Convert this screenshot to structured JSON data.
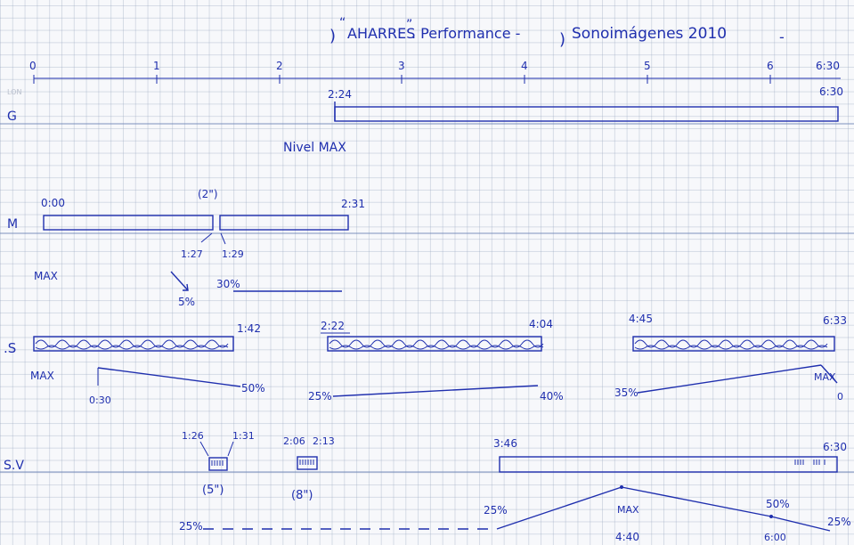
{
  "title": {
    "open_quote": "“",
    "name": "AHARRES",
    "close_quote": "”",
    "sep1": ". Performance -",
    "brace": ")",
    "subtitle": "Sonoimágenes 2010",
    "dash": "-"
  },
  "ruler": {
    "minutes": [
      "0",
      "1",
      "2",
      "3",
      "4",
      "5",
      "6"
    ],
    "end": "6:30"
  },
  "corner": "LON",
  "tracks": {
    "g": {
      "label": "G",
      "start": "2:24",
      "end": "6:30",
      "note": "Nivel MAX"
    },
    "m": {
      "label": "M",
      "start": "0:00",
      "gap": "(2\")",
      "end": "2:31",
      "cut_a": "1:27",
      "cut_b": "1:29",
      "level_label": "MAX",
      "level_a": "5%",
      "level_b": "30%"
    },
    "s": {
      "label": ".S",
      "seg1_end": "1:42",
      "seg2_start": "2:22",
      "seg2_end": "4:04",
      "seg3_start": "4:45",
      "seg3_end": "6:33",
      "level_label": "MAX",
      "fade1_start": "0:30",
      "fade1_level": "50%",
      "fade2_start": "25%",
      "fade2_end": "40%",
      "fade3_start": "35%",
      "fade3_end": "MAX",
      "fade3_tail": "0"
    },
    "sv": {
      "label": "S.V",
      "block1_start": "1:26",
      "block1_end": "1:31",
      "block1_dur": "(5\")",
      "block2_start": "2:06",
      "block2_end": "2:13",
      "block2_dur": "(8\")",
      "seg_start": "3:46",
      "seg_end": "6:30",
      "level_25a": "25%",
      "level_25b": "25%",
      "level_max": "MAX",
      "time_peak": "4:40",
      "level_50": "50%",
      "time_600": "6:00",
      "level_25c": "25%"
    }
  }
}
